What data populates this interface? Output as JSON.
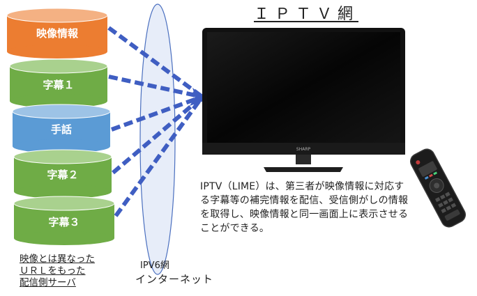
{
  "iptv_title": "ＩＰＴＶ網",
  "sources": [
    {
      "label": "映像情報",
      "color": "#ec7d31",
      "top": "#f4b183"
    },
    {
      "label": "字幕１",
      "color": "#6fac46",
      "top": "#a9d18e"
    },
    {
      "label": "手話",
      "color": "#5b9bd5",
      "top": "#9dc3e6"
    },
    {
      "label": "字幕２",
      "color": "#6fac46",
      "top": "#a9d18e"
    },
    {
      "label": "字幕３",
      "color": "#6fac46",
      "top": "#a9d18e"
    }
  ],
  "description": "IPTV（LIME）は、第三者が映像情報に対応する字幕等の補完情報を配信、受信側がしの情報を取得し、映像情報と同一画面上に表示させることができる。",
  "server_caption": [
    "映像とは異なった",
    "ＵＲＬをもった",
    "配信側サーバ"
  ],
  "network": {
    "ipv6": "IPV6網",
    "internet": "インターネット"
  },
  "tv_brand": "SHARP",
  "arrow_color": "#3f5ec2"
}
